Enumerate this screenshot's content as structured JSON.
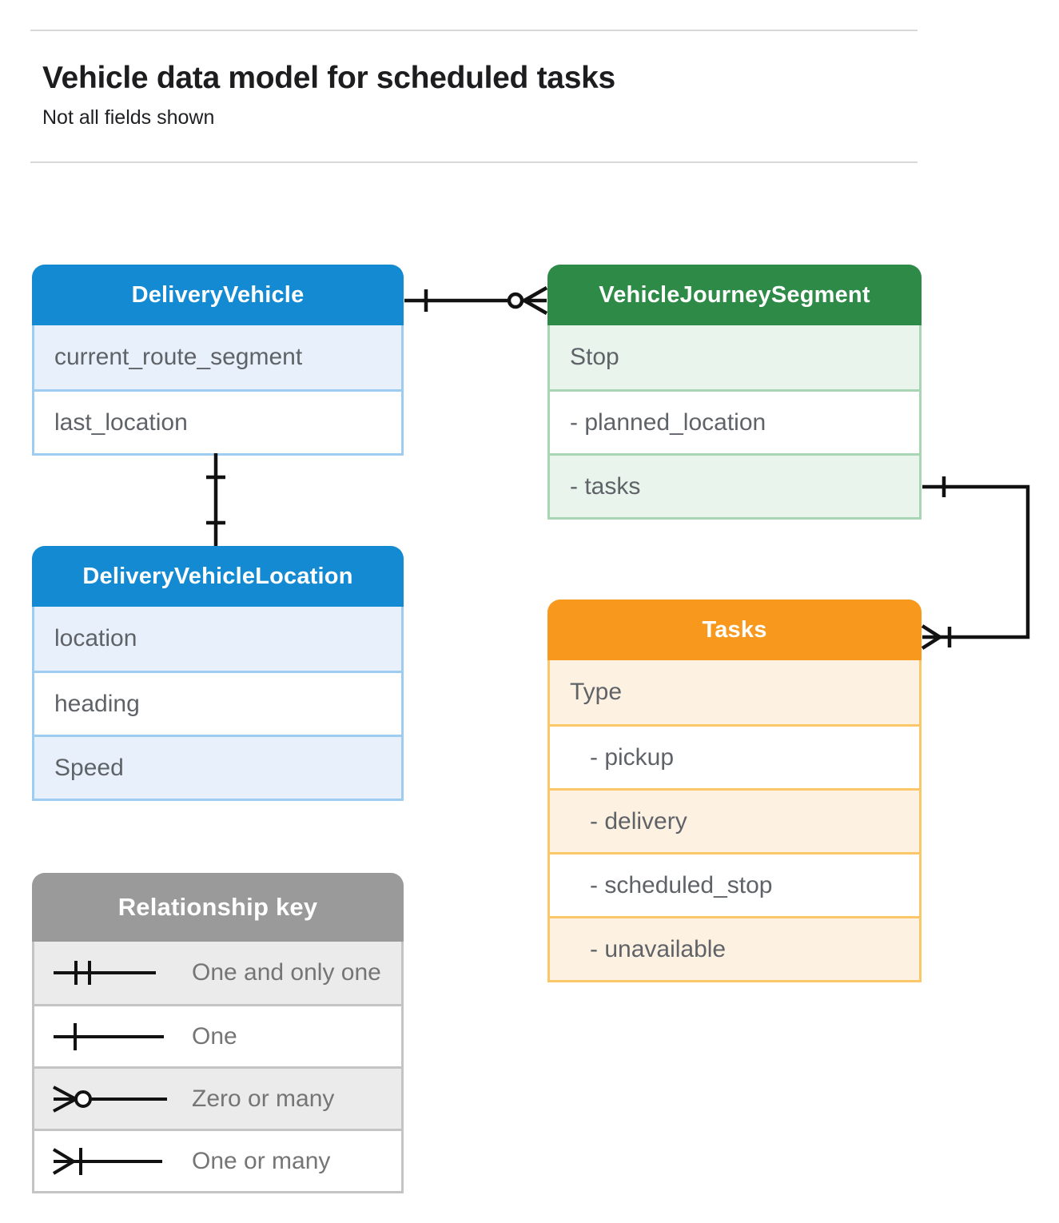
{
  "header": {
    "title": "Vehicle data model for scheduled tasks",
    "subtitle": "Not all fields shown"
  },
  "entities": [
    {
      "id": "delivery-vehicle",
      "title": "DeliveryVehicle",
      "theme": "blue",
      "rows": [
        {
          "label": "current_route_segment"
        },
        {
          "label": "last_location"
        }
      ]
    },
    {
      "id": "vehicle-journey-segment",
      "title": "VehicleJourneySegment",
      "theme": "green",
      "rows": [
        {
          "label": "Stop"
        },
        {
          "label": "- planned_location"
        },
        {
          "label": "- tasks"
        }
      ]
    },
    {
      "id": "delivery-vehicle-location",
      "title": "DeliveryVehicleLocation",
      "theme": "blue",
      "rows": [
        {
          "label": "location"
        },
        {
          "label": "heading"
        },
        {
          "label": "Speed"
        }
      ]
    },
    {
      "id": "tasks",
      "title": "Tasks",
      "theme": "orange",
      "rows": [
        {
          "label": "Type"
        },
        {
          "label": "- pickup",
          "indent": 1
        },
        {
          "label": "- delivery",
          "indent": 1
        },
        {
          "label": "- scheduled_stop",
          "indent": 1
        },
        {
          "label": "- unavailable",
          "indent": 1
        }
      ]
    }
  ],
  "legend": {
    "title": "Relationship key",
    "theme": "gray",
    "items": [
      {
        "symbol": "one-and-only-one",
        "label": "One and only one"
      },
      {
        "symbol": "one",
        "label": "One"
      },
      {
        "symbol": "zero-or-many",
        "label": "Zero or many"
      },
      {
        "symbol": "one-or-many",
        "label": "One or many"
      }
    ]
  },
  "connectors": [
    {
      "from": "DeliveryVehicle",
      "from_end": "one",
      "to": "VehicleJourneySegment",
      "to_end": "zero-or-many"
    },
    {
      "from": "DeliveryVehicle",
      "from_end": "one",
      "to": "DeliveryVehicleLocation",
      "to_end": "one"
    },
    {
      "from": "VehicleJourneySegment (tasks)",
      "from_end": "one",
      "to": "Tasks",
      "to_end": "one-or-many"
    }
  ],
  "colors": {
    "blue_header": "#148ad3",
    "blue_tint": "#e8f1fb",
    "blue_border": "#9fcdf2",
    "green_header": "#2d8a47",
    "green_tint": "#e9f4ed",
    "green_border": "#a8d5b3",
    "orange_header": "#f8991d",
    "orange_tint": "#fdf2e2",
    "orange_border": "#fbc768",
    "gray_header": "#9a9a9a",
    "gray_tint": "#ebebeb",
    "gray_border": "#c4c4c4",
    "field_text": "#5f6368",
    "legend_text": "#757575",
    "connector_line": "#121212"
  }
}
